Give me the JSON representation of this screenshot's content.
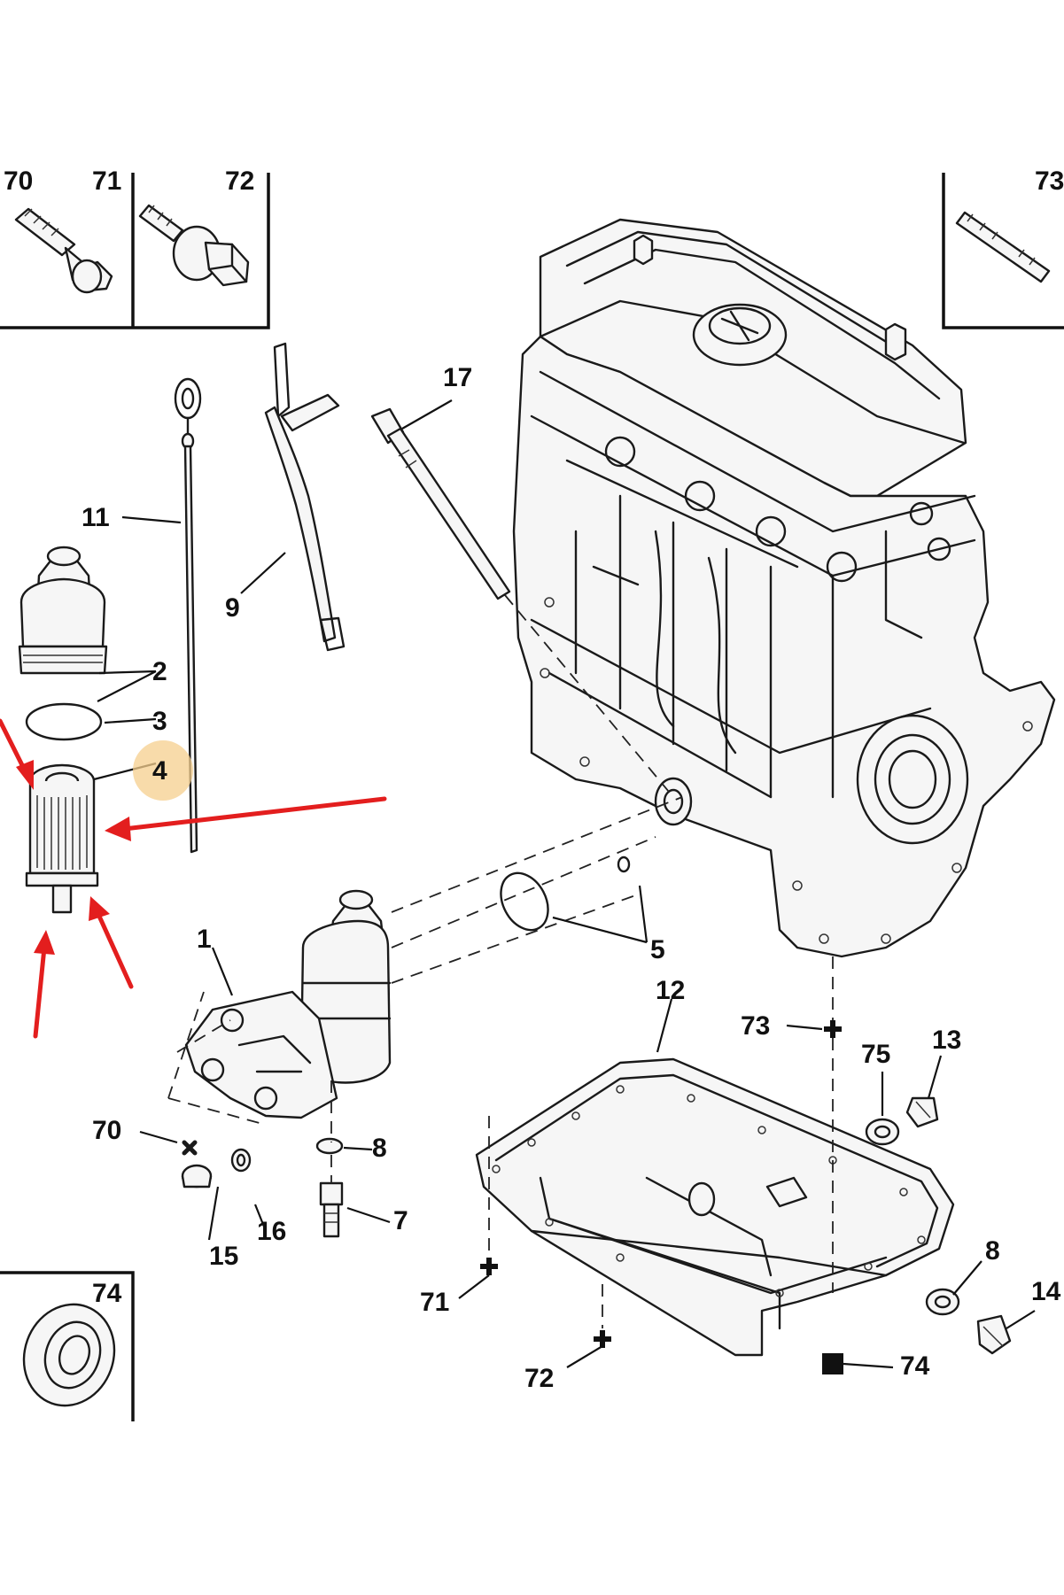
{
  "diagram": {
    "callouts": {
      "c1": "1",
      "c2": "2",
      "c3": "3",
      "c4": "4",
      "c5": "5",
      "c7": "7",
      "c8a": "8",
      "c8b": "8",
      "c9": "9",
      "c11": "11",
      "c12": "12",
      "c13": "13",
      "c14": "14",
      "c15": "15",
      "c16": "16",
      "c17": "17",
      "c70a": "70",
      "c70b": "70",
      "c71a": "71",
      "c71b": "71",
      "c72a": "72",
      "c72b": "72",
      "c73a": "73",
      "c73b": "73",
      "c74a": "74",
      "c74b": "74",
      "c75": "75"
    },
    "highlight": {
      "label": "4",
      "color": "#f6cf8e"
    },
    "colors": {
      "arrow": "#e31e1e",
      "line": "#1a1a1a",
      "background": "#ffffff"
    }
  }
}
